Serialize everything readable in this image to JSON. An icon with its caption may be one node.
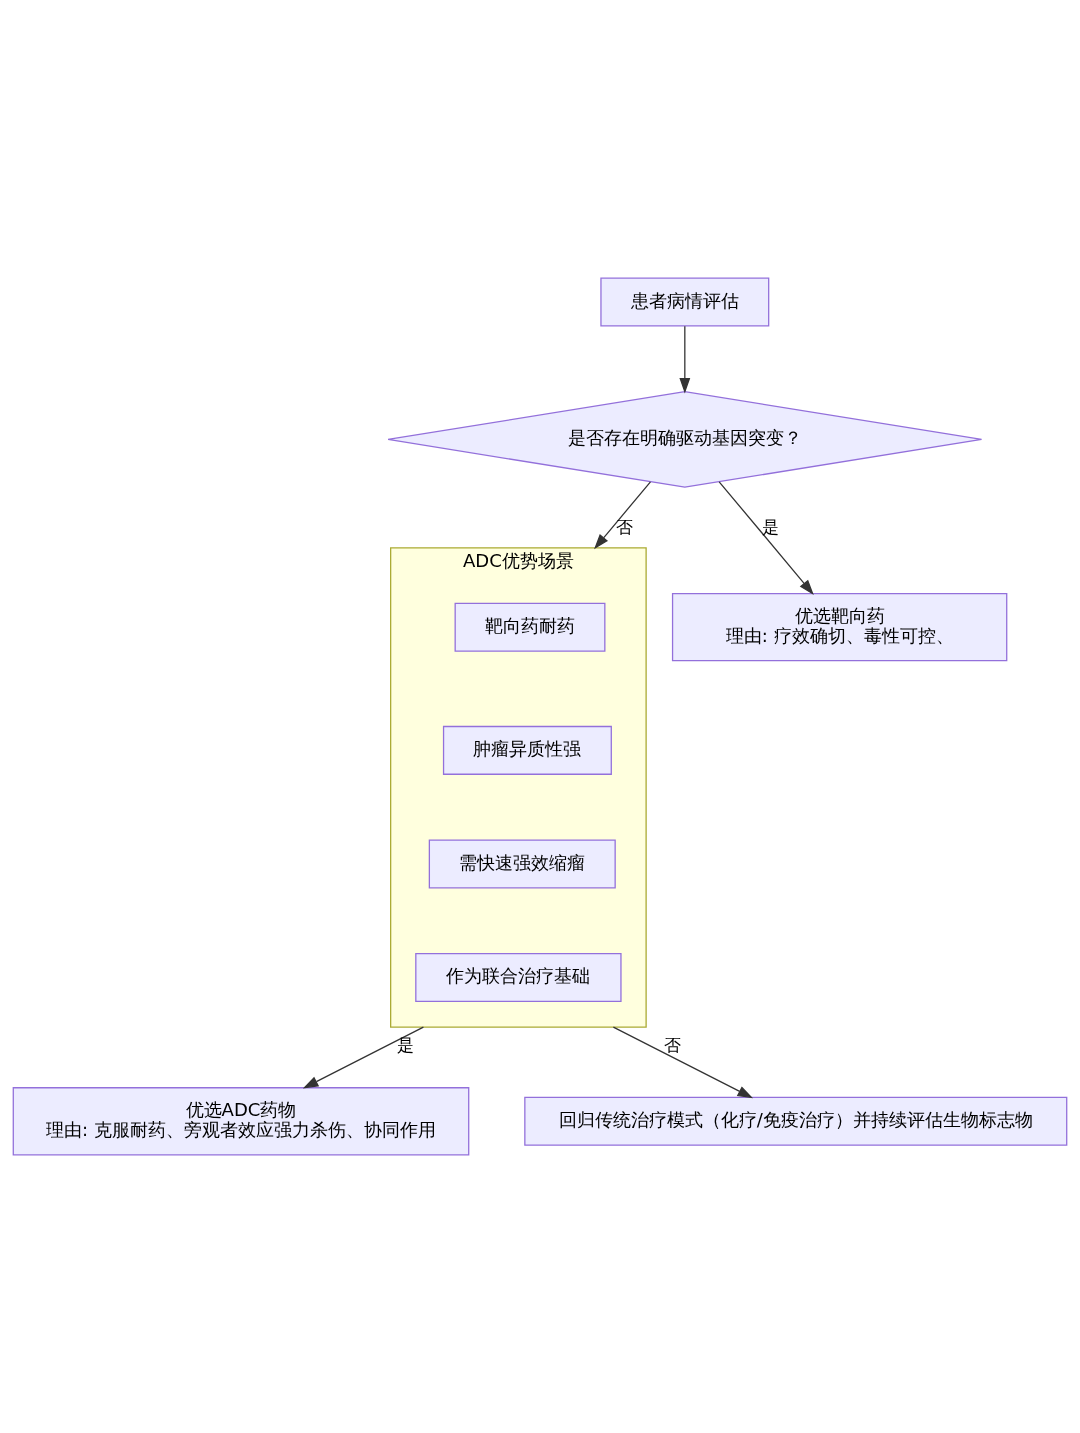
{
  "diagram": {
    "nodes": [
      {
        "text": [
          "患者病情评估"
        ]
      },
      {
        "text": [
          "是否存在明确驱动基因突变？"
        ]
      },
      {
        "text": [
          "ADC优势场景"
        ]
      },
      {
        "text": [
          "靶向药耐药"
        ],
        "in": 2
      },
      {
        "text": [
          "肿瘤异质性强"
        ],
        "in": 2
      },
      {
        "text": [
          "需快速强效缩瘤"
        ],
        "in": 2
      },
      {
        "text": [
          "作为联合治疗基础"
        ],
        "in": 2
      },
      {
        "text": [
          "优选靶向药",
          "理由: 疗效确切、毒性可控、"
        ]
      },
      {
        "text": [
          "优选ADC药物",
          "理由: 克服耐药、旁观者效应强力杀伤、协同作用"
        ]
      },
      {
        "text": [
          "回归传统治疗模式（化疗/免疫治疗）并持续评估生物标志物"
        ]
      }
    ],
    "edges": [
      {
        "from": 0,
        "to": 1,
        "arrow": "to"
      },
      {
        "from": 1,
        "to": 2,
        "arrow": "to",
        "label": "否"
      },
      {
        "from": 1,
        "to": 7,
        "arrow": "to",
        "label": "是"
      },
      {
        "from": 2,
        "to": 8,
        "arrow": "to",
        "label": "是"
      },
      {
        "from": 2,
        "to": 9,
        "arrow": "to",
        "label": "否"
      }
    ]
  }
}
